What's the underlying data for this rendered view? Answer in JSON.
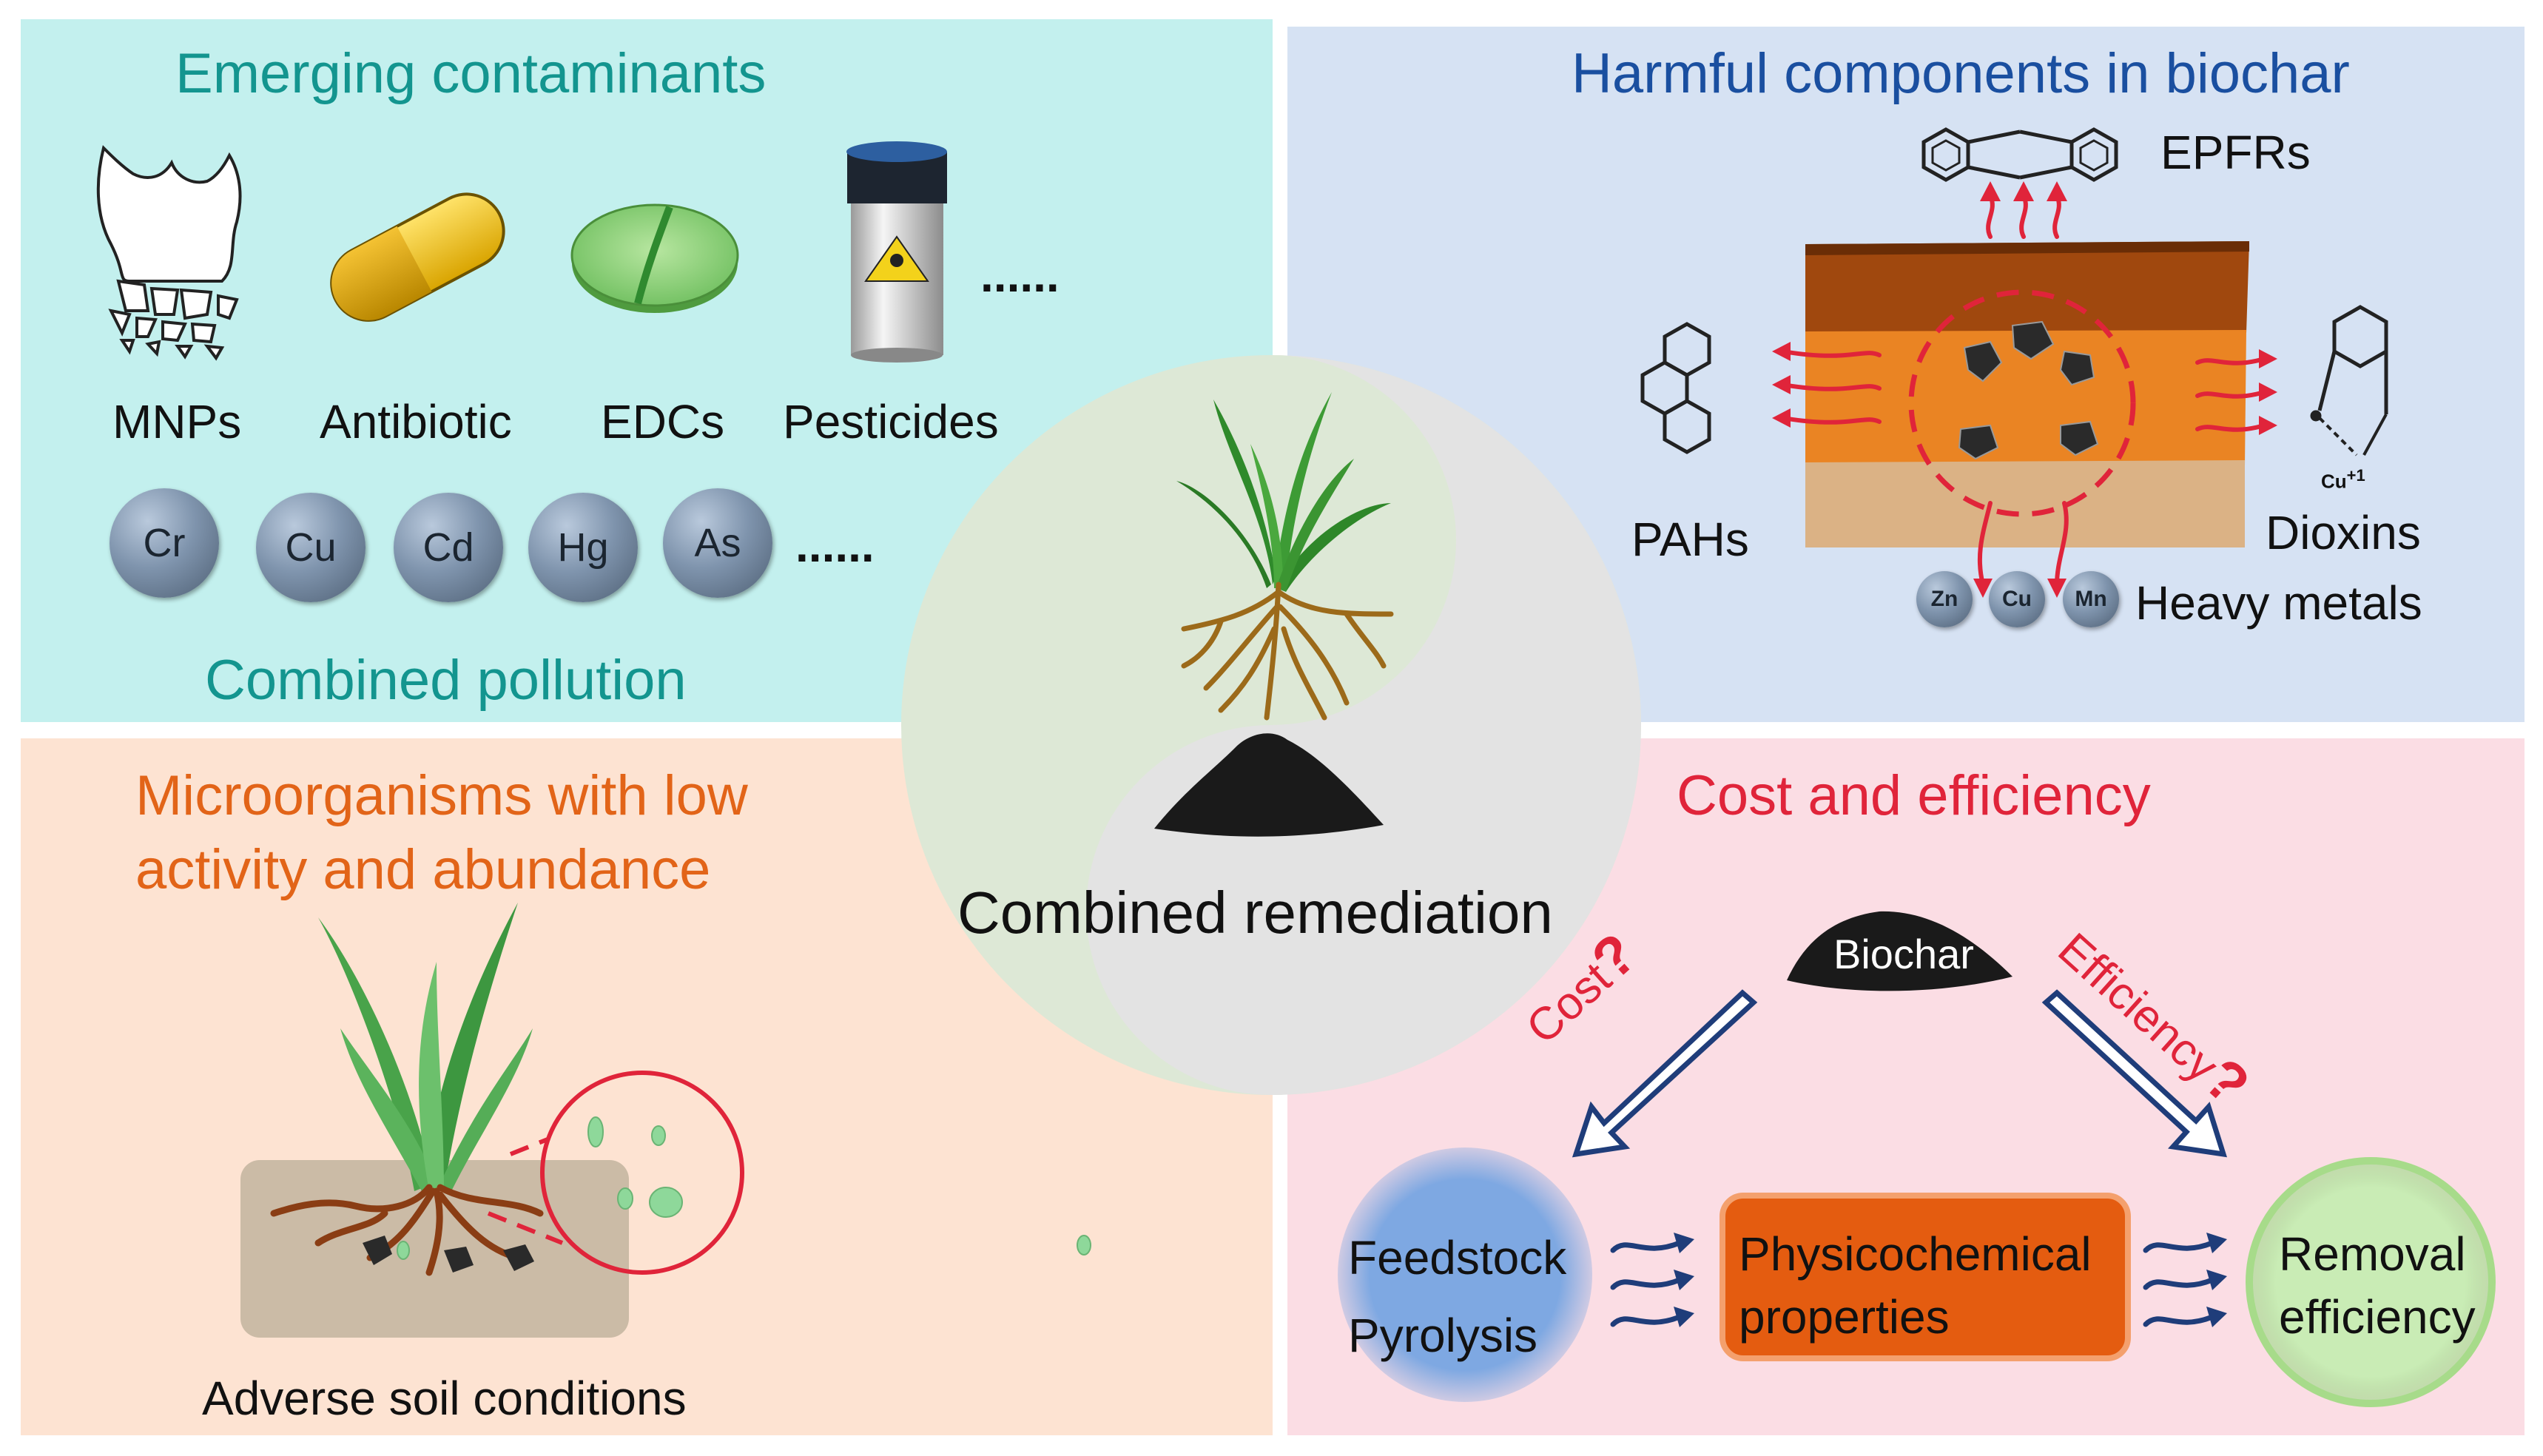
{
  "panels": {
    "top_left": {
      "title": "Emerging contaminants",
      "items": [
        "MNPs",
        "Antibiotic",
        "EDCs",
        "Pesticides"
      ],
      "items_more": "......",
      "metals": [
        "Cr",
        "Cu",
        "Cd",
        "Hg",
        "As"
      ],
      "metals_more": "......",
      "footer": "Combined pollution",
      "title_color": "#13958f",
      "bg_color": "#c3f0ee"
    },
    "top_right": {
      "title": "Harmful components in biochar",
      "epfrs": "EPFRs",
      "pahs": "PAHs",
      "dioxins": "Dioxins",
      "copper_label": "Cu",
      "copper_charge": "+1",
      "heavy_metals": "Heavy metals",
      "metals": [
        "Zn",
        "Cu",
        "Mn"
      ],
      "title_color": "#1a4fa0",
      "bg_color": "#d6e2f3"
    },
    "bottom_left": {
      "title_line1": "Microorganisms with low",
      "title_line2": "activity and abundance",
      "footer": "Adverse soil conditions",
      "title_color": "#e26418",
      "bg_color": "#fde3d2"
    },
    "bottom_right": {
      "title": "Cost and efficiency",
      "biochar": "Biochar",
      "cost": "Cost",
      "efficiency": "Efficiency",
      "question": "?",
      "feedstock": "Feedstock",
      "pyrolysis": "Pyrolysis",
      "physico_line1": "Physicochemical",
      "physico_line2": "properties",
      "removal_line1": "Removal",
      "removal_line2": "efficiency",
      "title_color": "#e0243a",
      "bg_color": "#fbdde4"
    }
  },
  "center": {
    "label": "Combined remediation"
  }
}
